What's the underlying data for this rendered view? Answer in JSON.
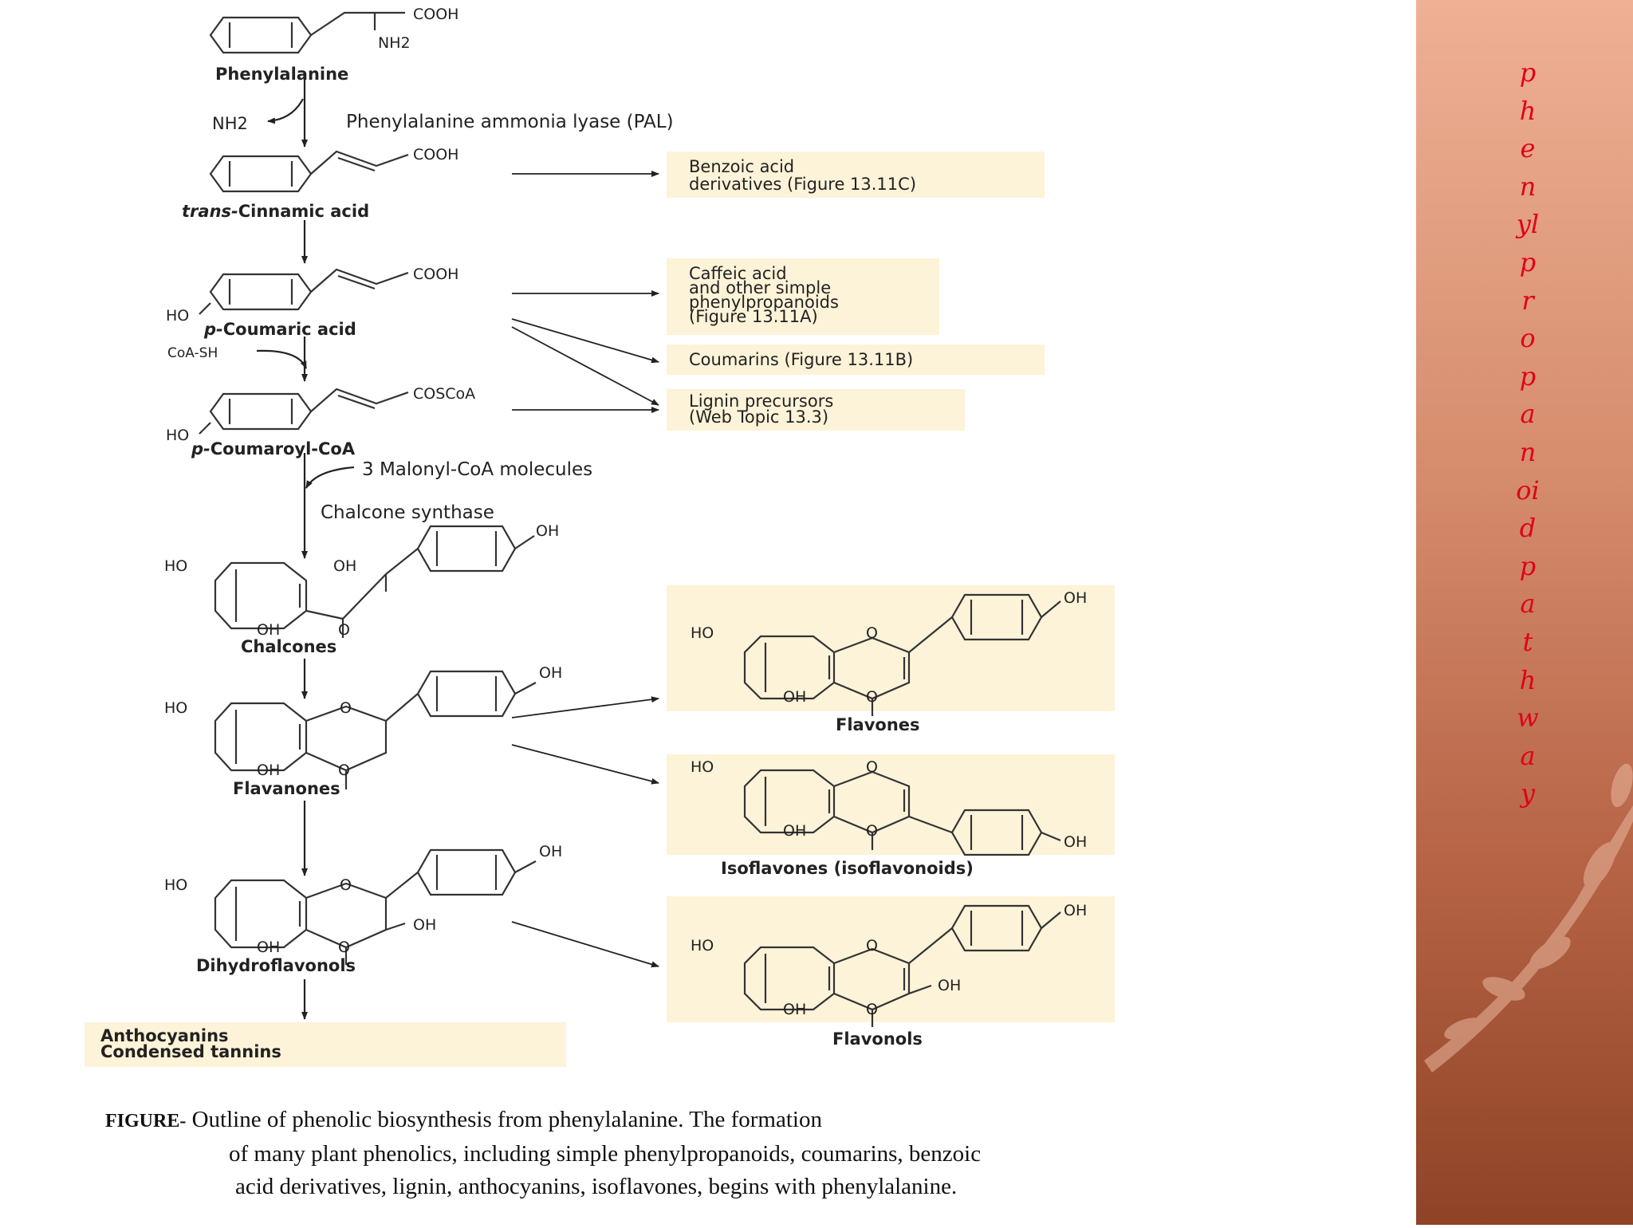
{
  "compounds": {
    "phenylalanine": "Phenylalanine",
    "cinnamic_prefix": "trans-",
    "cinnamic": "Cinnamic acid",
    "coumaric_prefix": "p-",
    "coumaric": "Coumaric acid",
    "coumaroyl_prefix": "p-",
    "coumaroyl": "Coumaroyl-CoA",
    "chalcones": "Chalcones",
    "flavanones": "Flavanones",
    "dihydroflavonols": "Dihydroflavonols",
    "flavones": "Flavones",
    "isoflavones": "Isoflavones (isoflavonoids)",
    "flavonols": "Flavonols"
  },
  "groups": {
    "cooh": "COOH",
    "nh2": "NH2",
    "coscoa": "COSCoA",
    "ho": "HO",
    "oh": "OH",
    "o": "O",
    "coa_sh": "CoA-SH"
  },
  "reactions": {
    "pal": "Phenylalanine ammonia lyase (PAL)",
    "malonyl": "3 Malonyl-CoA molecules",
    "chalcone_synthase": "Chalcone synthase"
  },
  "side_products": {
    "benzoic_1": "Benzoic acid",
    "benzoic_2": "derivatives (Figure 13.11C)",
    "caffeic_1": "Caffeic acid",
    "caffeic_2": "and other simple",
    "caffeic_3": "phenylpropanoids",
    "caffeic_4": "(Figure 13.11A)",
    "coumarins": "Coumarins (Figure 13.11B)",
    "lignin_1": "Lignin precursors",
    "lignin_2": "(Web Topic 13.3)",
    "antho_1": "Anthocyanins",
    "antho_2": "Condensed tannins"
  },
  "caption": {
    "lead": "FIGURE-",
    "line1": "Outline of phenolic biosynthesis from phenylalanine. The formation",
    "line2": "of many plant phenolics, including simple phenylpropanoids, coumarins, benzoic",
    "line3": "acid derivatives, lignin, anthocyanins, isoflavones, begins with phenylalanine."
  },
  "sidebar": {
    "vertical_title": [
      "p",
      "h",
      "e",
      "n",
      "yl",
      "p",
      "r",
      "o",
      "p",
      "a",
      "n",
      "oi",
      "d",
      "p",
      "a",
      "t",
      "h",
      "w",
      "a",
      "y"
    ]
  },
  "colors": {
    "highlight_box": "#fcf3d8",
    "title_red": "#e0001a",
    "sidebar_top": "#efb094",
    "sidebar_bottom": "#8f4326"
  }
}
